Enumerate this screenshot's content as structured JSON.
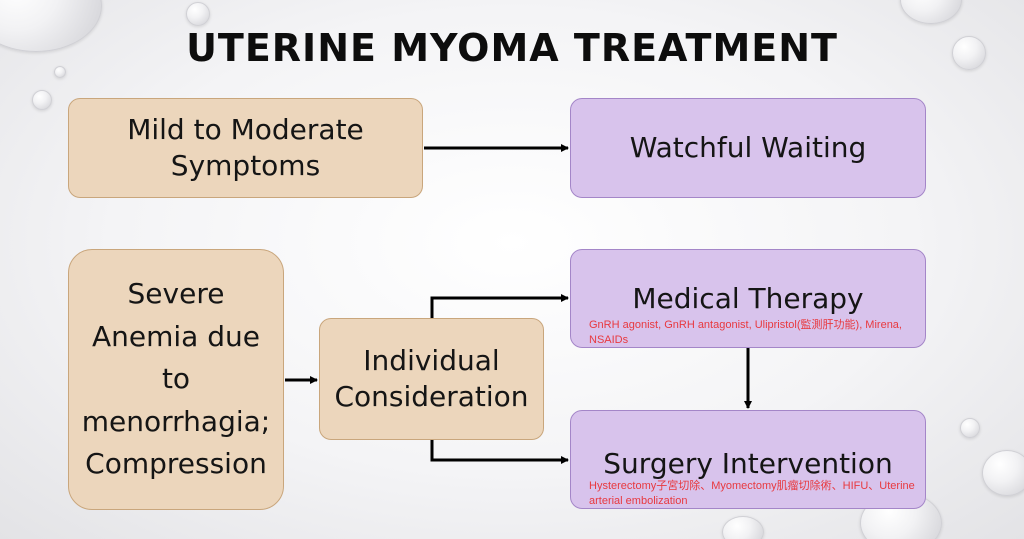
{
  "title": "UTERINE MYOMA TREATMENT",
  "nodes": {
    "mild": {
      "label": "Mild to Moderate\nSymptoms"
    },
    "watchful": {
      "label": "Watchful Waiting"
    },
    "severe": {
      "label": "Severe\nAnemia due\nto\nmenorrhagia;\nCompression"
    },
    "individual": {
      "label": "Individual\nConsideration"
    },
    "medical": {
      "label": "Medical Therapy",
      "note": "GnRH agonist, GnRH antagonist, Ulipristol(監測肝功能), Mirena, NSAIDs"
    },
    "surgery": {
      "label": "Surgery Intervention",
      "note": "Hysterectomy子宮切除、Myomectomy肌瘤切除術、HIFU、Uterine arterial embolization"
    }
  },
  "colors": {
    "tan_fill": "#ecd6bc",
    "purple_fill": "#d8c3ec",
    "note_text": "#e8393f",
    "arrow": "#000000"
  }
}
